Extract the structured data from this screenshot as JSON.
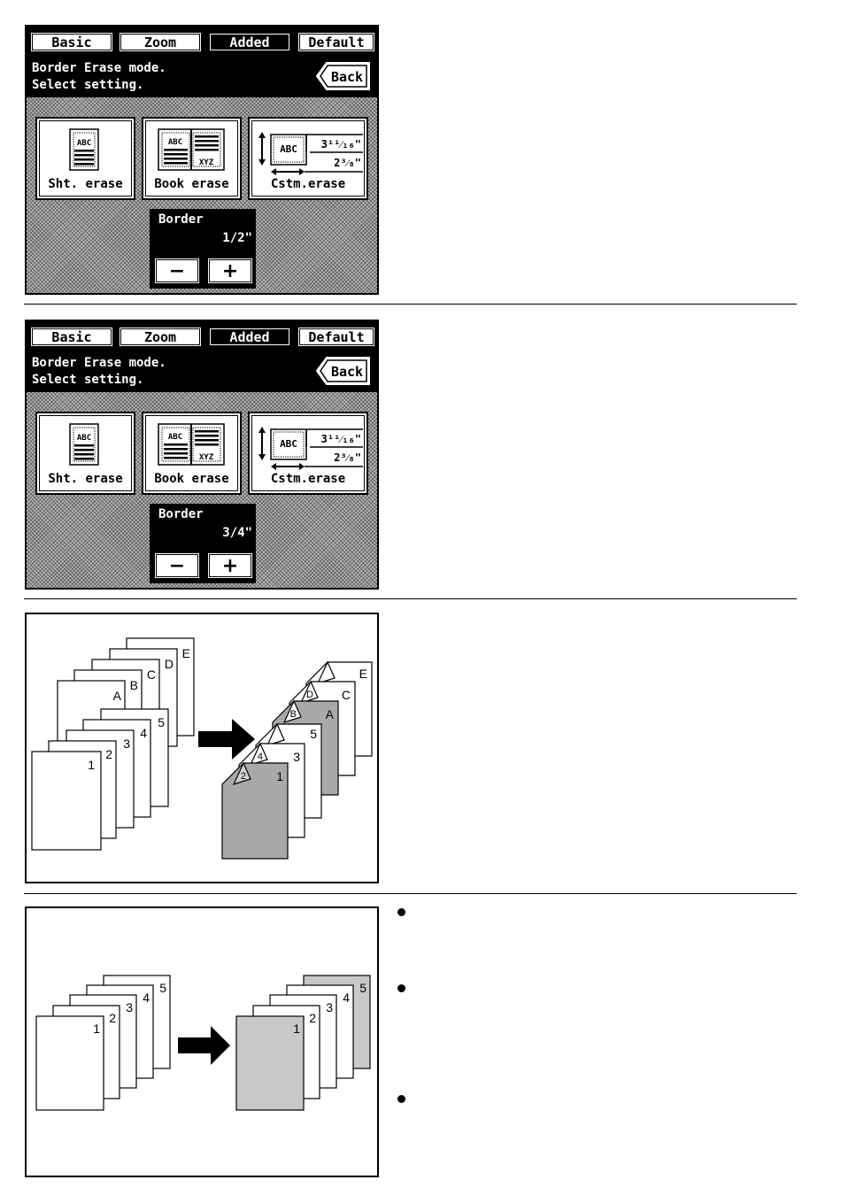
{
  "panels": [
    {
      "tabs": [
        "Basic",
        "Zoom",
        "Added",
        "Default"
      ],
      "message_line1": "Border Erase mode.",
      "message_line2": "Select setting.",
      "back_label": "Back",
      "modes": [
        "Sht. erase",
        "Book erase",
        "Cstm.erase"
      ],
      "custom_top": "3¹¹⁄₁₆\"",
      "custom_side": "2³⁄₈\"",
      "border_title": "Border",
      "border_value": "1/2\"",
      "minus": "−",
      "plus": "+"
    },
    {
      "tabs": [
        "Basic",
        "Zoom",
        "Added",
        "Default"
      ],
      "message_line1": "Border Erase mode.",
      "message_line2": "Select setting.",
      "back_label": "Back",
      "modes": [
        "Sht. erase",
        "Book erase",
        "Cstm.erase"
      ],
      "custom_top": "3¹¹⁄₁₆\"",
      "custom_side": "2³⁄₈\"",
      "border_title": "Border",
      "border_value": "3/4\"",
      "minus": "−",
      "plus": "+"
    }
  ],
  "icon_texts": {
    "abc": "ABC",
    "xyz": "XYZ"
  },
  "diagram1": {
    "back_stack": [
      "A",
      "B",
      "C",
      "D",
      "E"
    ],
    "front_stack": [
      "1",
      "2",
      "3",
      "4",
      "5"
    ],
    "out_front": [
      "1",
      "2",
      "3",
      "4",
      "5"
    ],
    "out_back": [
      "A",
      "B",
      "C",
      "D",
      "E"
    ]
  },
  "diagram2": {
    "stack": [
      "1",
      "2",
      "3",
      "4",
      "5"
    ],
    "out": [
      "1",
      "2",
      "3",
      "4",
      "5"
    ]
  },
  "colors": {
    "shaded_dark": "#a9a9a9",
    "shaded_light": "#c8c8c8"
  },
  "icons": [
    "arrow-right-icon",
    "bullet-icon"
  ]
}
